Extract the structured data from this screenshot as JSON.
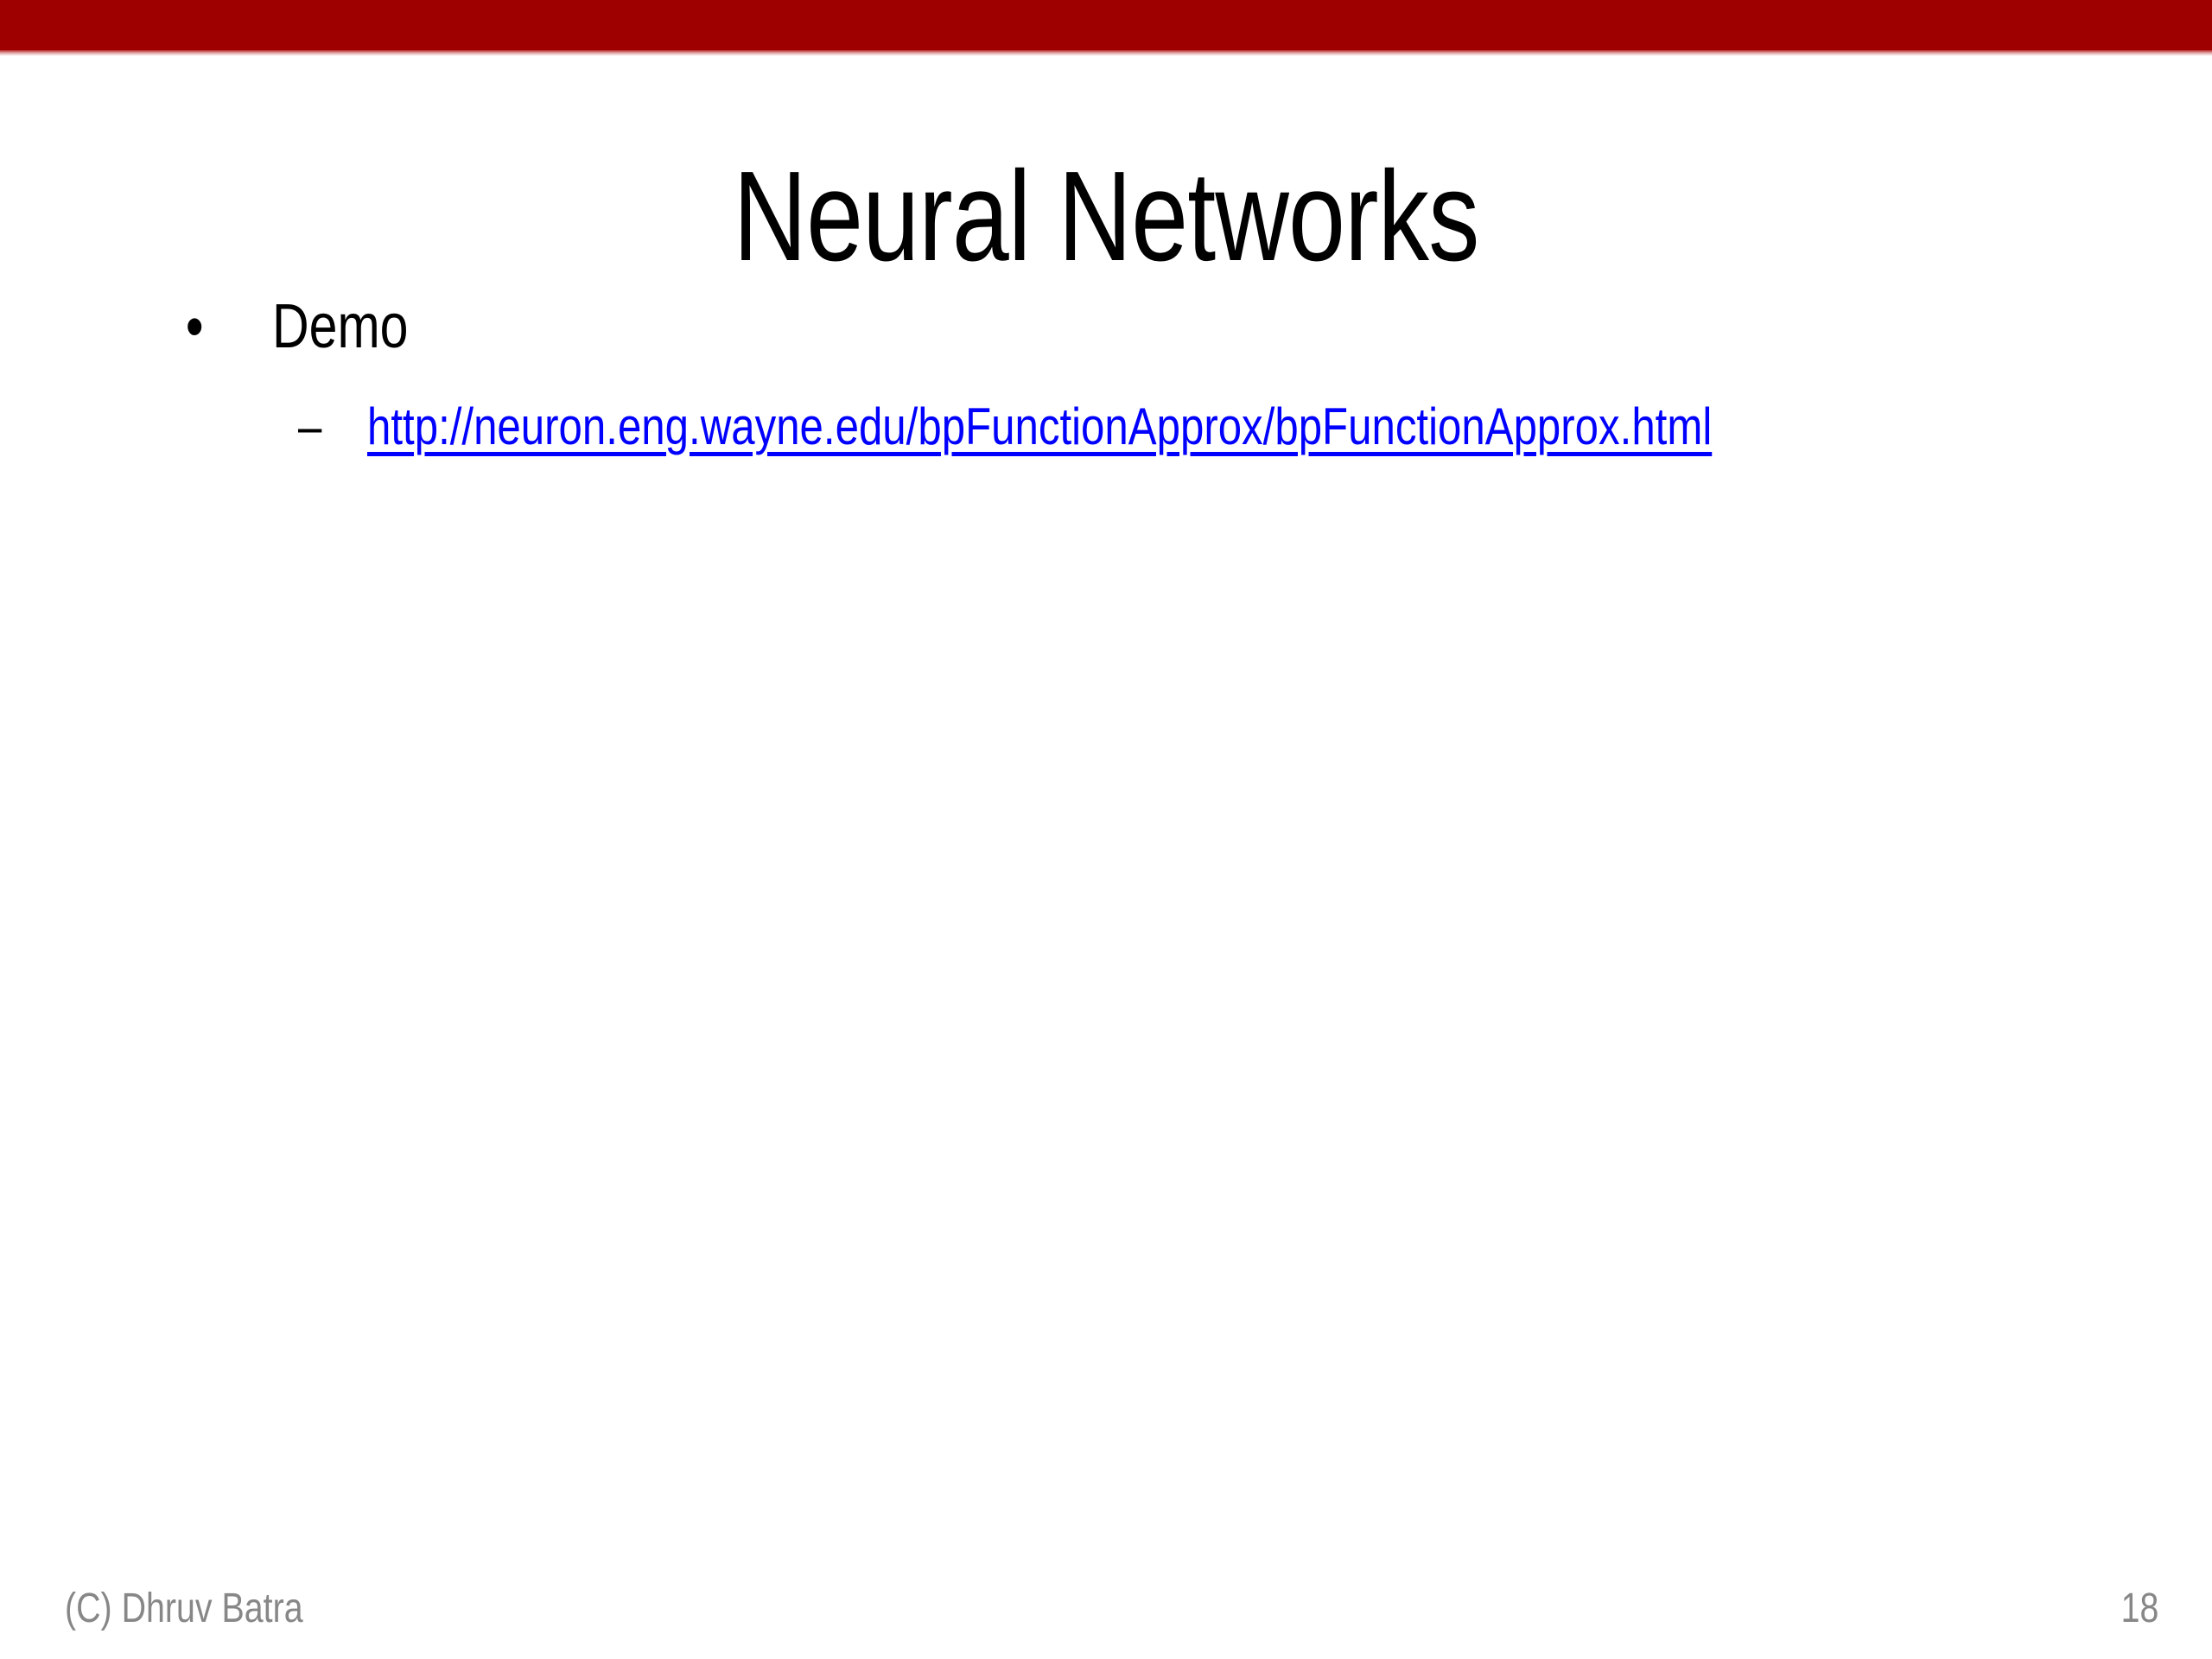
{
  "slide": {
    "title": "Neural Networks",
    "accent_color": "#9e0000",
    "link_color": "#0000ff",
    "footer_color": "#878787",
    "background_color": "#ffffff"
  },
  "content": {
    "level1": [
      {
        "bullet_glyph": "•",
        "label": "Demo",
        "level2": [
          {
            "bullet_glyph": "–",
            "label": "http://neuron.eng.wayne.edu/bpFunctionApprox/bpFunctionApprox.html",
            "href": "http://neuron.eng.wayne.edu/bpFunctionApprox/bpFunctionApprox.html"
          }
        ]
      }
    ]
  },
  "footer": {
    "copyright": "(C) Dhruv Batra",
    "page_number": "18"
  }
}
